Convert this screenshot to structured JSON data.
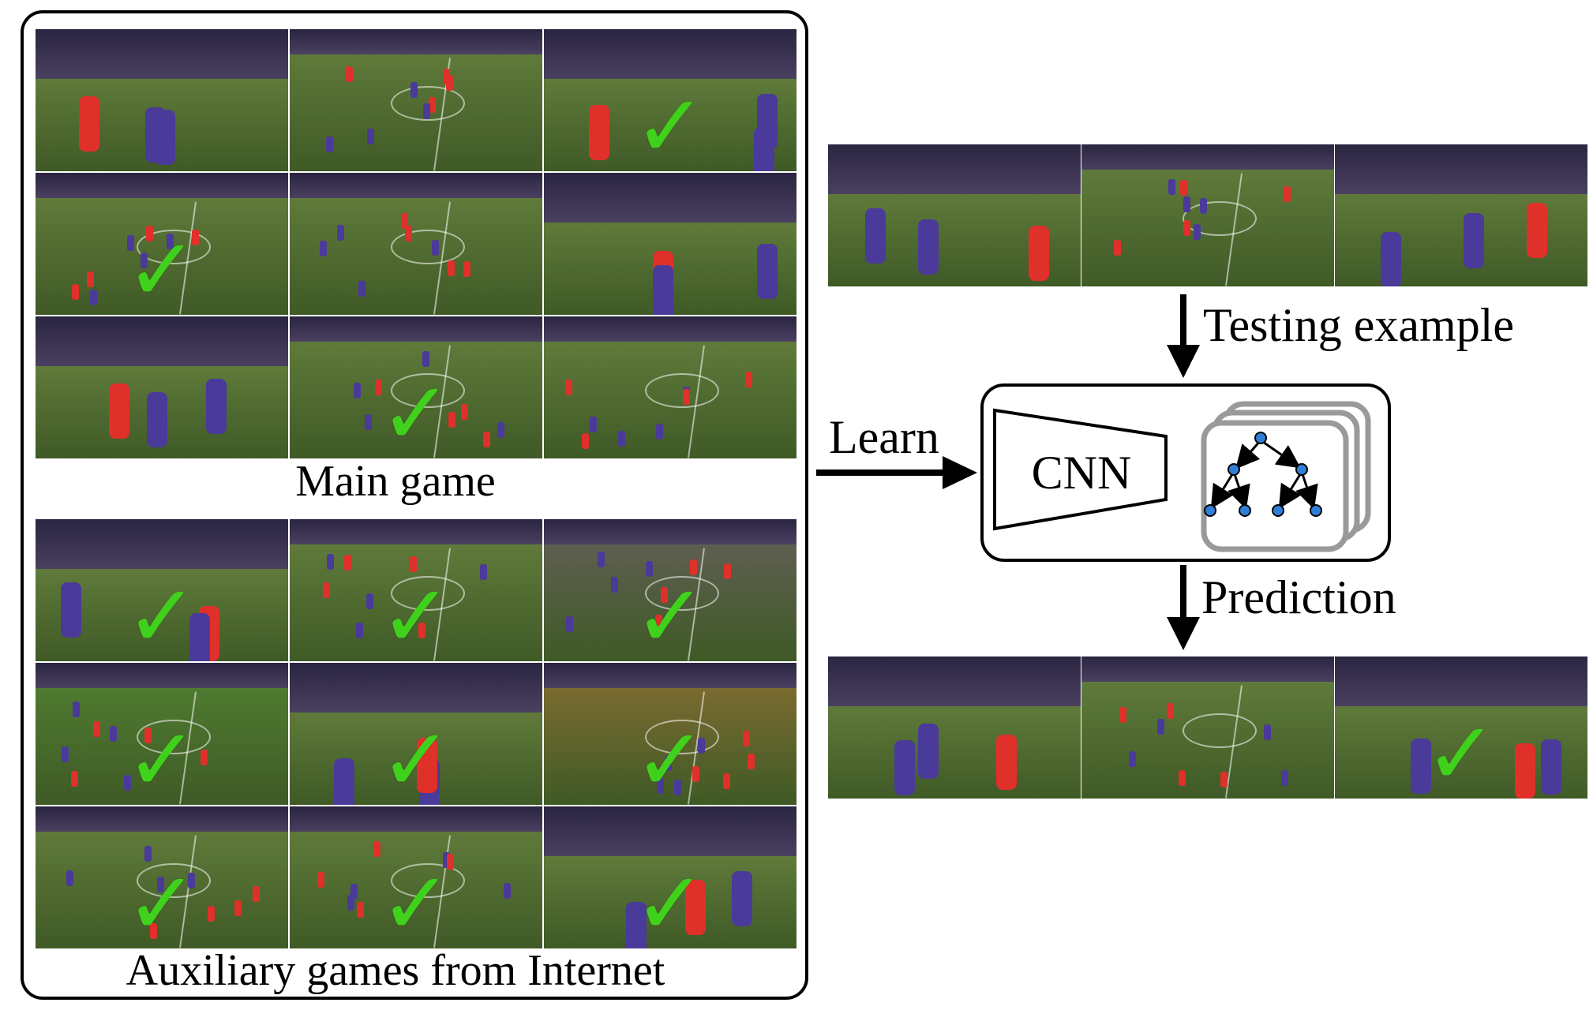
{
  "labels": {
    "main_game": "Main game",
    "auxiliary_games": "Auxiliary games from Internet",
    "learn": "Learn",
    "testing_example": "Testing example",
    "prediction": "Prediction",
    "cnn": "CNN"
  },
  "check_symbol": "✓",
  "colors": {
    "check": "#3fd11b",
    "pitch_main": "#5f7a3a",
    "pitch_aux_green": "#4f7a30",
    "pitch_aux_brown": "#7a6a30",
    "team_red": "#e0302a",
    "team_purple": "#4a3a9a",
    "node_blue": "#2f7fd6"
  },
  "main_game_frames": [
    {
      "scene": "stadium-banner-closeup",
      "checked": false
    },
    {
      "scene": "wide-midfield",
      "checked": false
    },
    {
      "scene": "closeup-players-red",
      "checked": true
    },
    {
      "scene": "action-midfield",
      "checked": true
    },
    {
      "scene": "wide-midfield",
      "checked": false
    },
    {
      "scene": "dribble-closeup",
      "checked": false
    },
    {
      "scene": "goalmouth-crowd",
      "checked": false
    },
    {
      "scene": "wide-penalty-area",
      "checked": true
    },
    {
      "scene": "wide-corner",
      "checked": false
    }
  ],
  "aux_frames": [
    {
      "scene": "throw-in-closeup",
      "checked": true
    },
    {
      "scene": "keeper-crowd",
      "checked": true
    },
    {
      "scene": "wide-dark-pitch",
      "checked": true
    },
    {
      "scene": "wide-green-pitch",
      "checked": true
    },
    {
      "scene": "goalmouth-wide",
      "checked": true
    },
    {
      "scene": "wide-brown-pitch",
      "checked": true
    },
    {
      "scene": "wide-penalty-area",
      "checked": true
    },
    {
      "scene": "wide-midfield",
      "checked": true
    },
    {
      "scene": "fence-closeup",
      "checked": true
    }
  ],
  "testing_frames": [
    {
      "scene": "kneeling-player",
      "checked": false
    },
    {
      "scene": "wide-midfield",
      "checked": false
    },
    {
      "scene": "goal-crowd",
      "checked": false
    }
  ],
  "prediction_frames": [
    {
      "scene": "kneeling-player",
      "checked": false
    },
    {
      "scene": "wide-midfield",
      "checked": false
    },
    {
      "scene": "goal-crowd",
      "checked": true
    }
  ]
}
